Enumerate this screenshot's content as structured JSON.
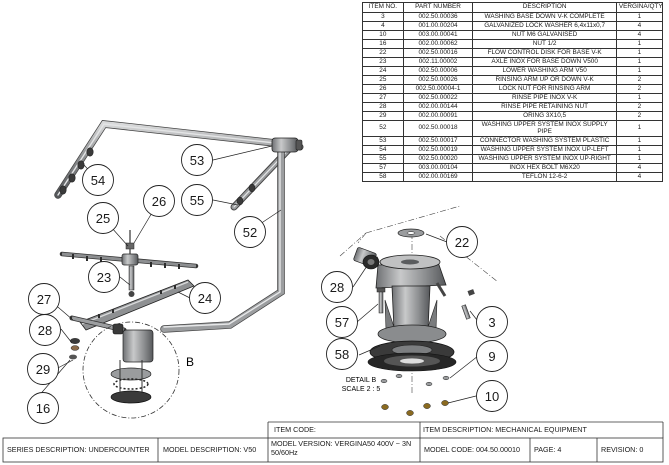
{
  "parts_table": {
    "headers": [
      "ITEM NO.",
      "PART NUMBER",
      "DESCRIPTION",
      "VERGINA/QTY"
    ],
    "rows": [
      [
        "3",
        "002.50.00036",
        "WASHING BASE DOWN V-K COMPLETE",
        "1"
      ],
      [
        "4",
        "001.00.00204",
        "GALVANIZED LOCK WASHER 6,4x11x0,7",
        "4"
      ],
      [
        "10",
        "003.00.00041",
        "NUT M6 GALVANISED",
        "4"
      ],
      [
        "16",
        "002.00.00062",
        "NUT 1/2",
        "1"
      ],
      [
        "22",
        "002.50.00016",
        "FLOW CONTROL DISK FOR BASE V-K",
        "1"
      ],
      [
        "23",
        "002.11.00002",
        "AXLE INOX FOR BASE DOWN V500",
        "1"
      ],
      [
        "24",
        "002.50.00006",
        "LOWER WASHING ARM V50",
        "1"
      ],
      [
        "25",
        "002.50.00026",
        "RINSING ARM UP OR DOWN V-K",
        "2"
      ],
      [
        "26",
        "002.50.00004-1",
        "LOCK NUT FOR RINSING ARM",
        "2"
      ],
      [
        "27",
        "002.50.00022",
        "RINSE PIPE INOX V-K",
        "1"
      ],
      [
        "28",
        "002.00.00144",
        "RINSE PIPE RETAINING NUT",
        "2"
      ],
      [
        "29",
        "002.00.00091",
        "ORING 3X10,5",
        "2"
      ],
      [
        "52",
        "002.50.00018",
        "WASHING UPPER SYSTEM INOX SUPPLY PIPE",
        "1"
      ],
      [
        "53",
        "002.50.00017",
        "CONNECTOR WASHING SYSTEM PLASTIC",
        "1"
      ],
      [
        "54",
        "002.50.00019",
        "WASHING UPPER SYSTEM INOX UP-LEFT",
        "1"
      ],
      [
        "55",
        "002.50.00020",
        "WASHING UPPER SYSTEM INOX UP-RIGHT",
        "1"
      ],
      [
        "57",
        "003.00.00104",
        "INOX HEX BOLT M6X20",
        "4"
      ],
      [
        "58",
        "002.00.00169",
        "TEFLON 12-6-2",
        "4"
      ]
    ]
  },
  "callouts": {
    "c54": "54",
    "c53": "53",
    "c55": "55",
    "c52": "52",
    "c26": "26",
    "c25": "25",
    "c23": "23",
    "c24": "24",
    "c27": "27",
    "c28": "28",
    "c29": "29",
    "c16": "16",
    "c22": "22",
    "c28b": "28",
    "c57": "57",
    "c58": "58",
    "c3": "3",
    "c9": "9",
    "c10": "10"
  },
  "detail": {
    "marker": "B",
    "label": "DETAIL B",
    "scale": "SCALE 2 : 5"
  },
  "title_block": {
    "item_code": "ITEM CODE:",
    "item_description": "ITEM DESCRIPTION: MECHANICAL EQUIPMENT",
    "series_description": "SERIES DESCRIPTION: UNDERCOUNTER",
    "model_description": "MODEL DESCRIPTION: V50",
    "model_version_line1": "MODEL VERSION: VERGINA50 400V ~ 3N",
    "model_version_line2": "50/60Hz",
    "model_code": "MODEL CODE: 004.50.00010",
    "page": "PAGE: 4",
    "revision": "REVISION: 0"
  },
  "colors": {
    "line": "#1a1a1a",
    "steel_light": "#b4b6b8",
    "steel_dark": "#5e6063",
    "rubber": "#2a2a2a"
  }
}
